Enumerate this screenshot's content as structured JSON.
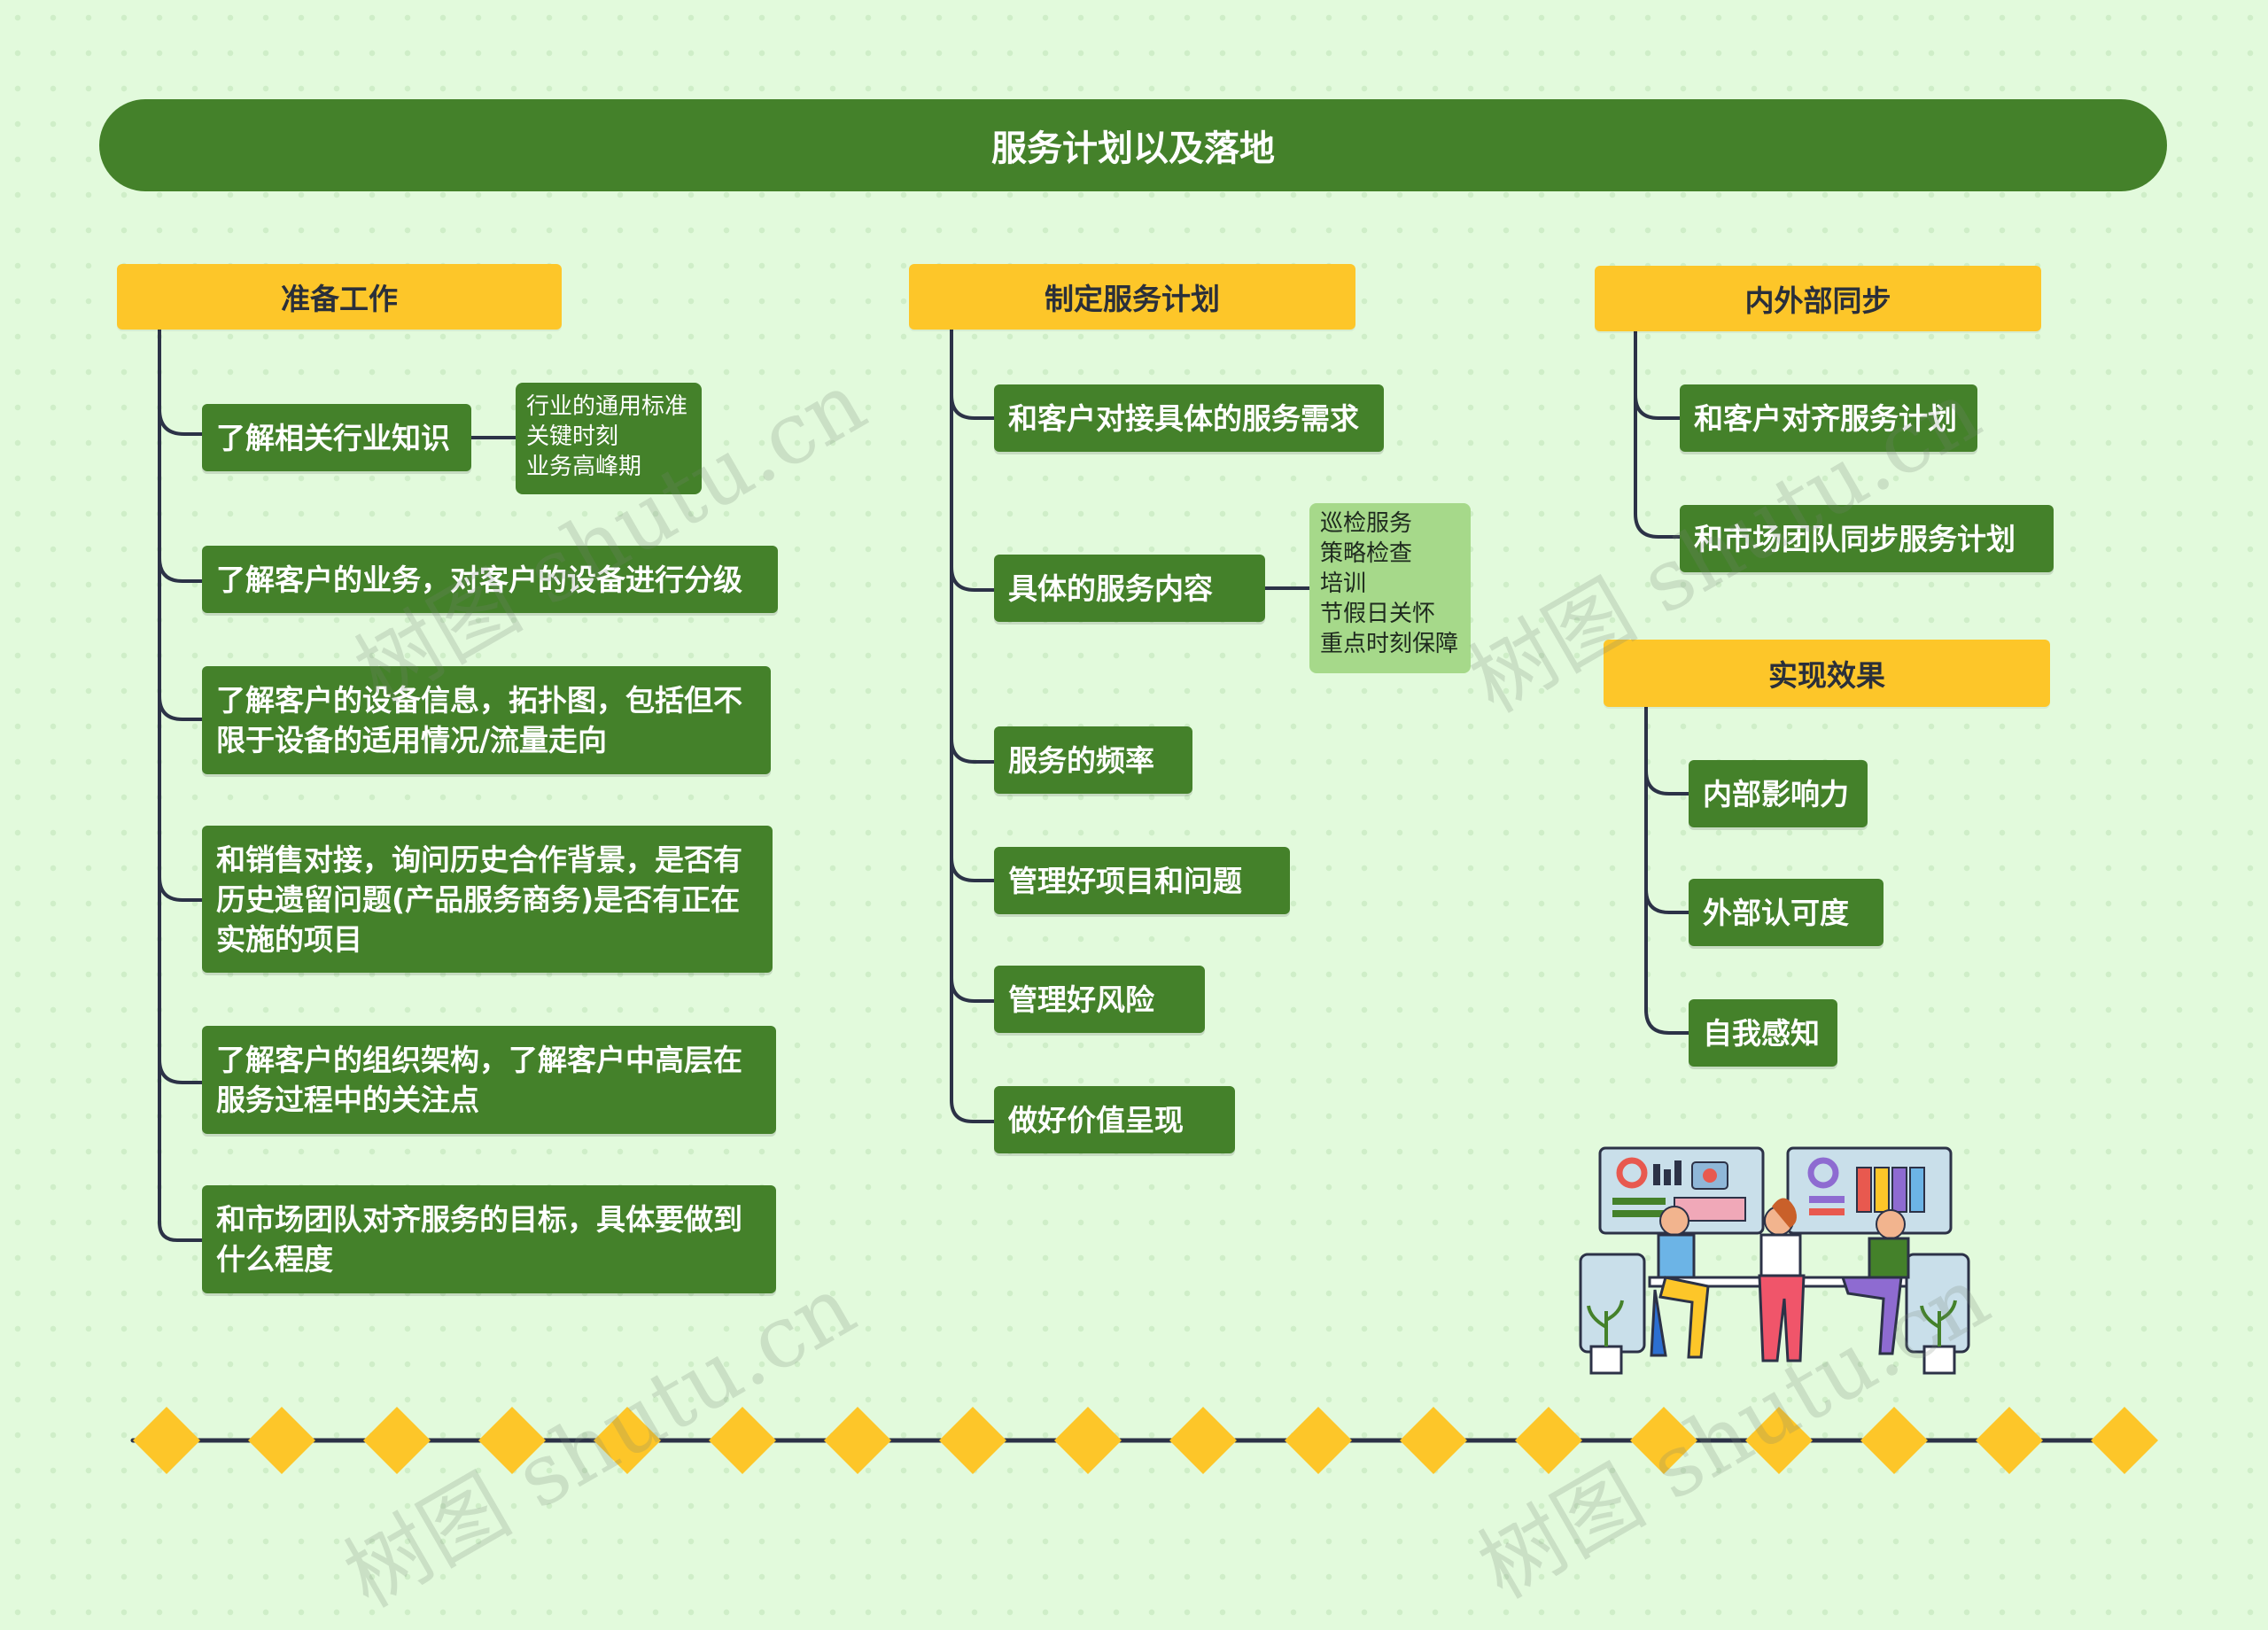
{
  "title": "服务计划以及落地",
  "columns": {
    "prepare": {
      "header": "准备工作",
      "items": [
        "了解相关行业知识",
        "了解客户的业务，对客户的设备进行分级",
        "了解客户的设备信息，拓扑图，包括但不\n限于设备的适用情况/流量走向",
        "和销售对接，询问历史合作背景，是否有\n历史遗留问题(产品服务商务)是否有正在\n实施的项目",
        "了解客户的组织架构，了解客户中高层在\n服务过程中的关注点",
        "和市场团队对齐服务的目标，具体要做到\n什么程度"
      ],
      "note": "行业的通用标准\n关键时刻\n业务高峰期"
    },
    "plan": {
      "header": "制定服务计划",
      "items": [
        "和客户对接具体的服务需求",
        "具体的服务内容",
        "服务的频率",
        "管理好项目和问题",
        "管理好风险",
        "做好价值呈现"
      ],
      "note": "巡检服务\n策略检查\n培训\n节假日关怀\n重点时刻保障"
    },
    "sync": {
      "header": "内外部同步",
      "items": [
        "和客户对齐服务计划",
        "和市场团队同步服务计划"
      ]
    },
    "effect": {
      "header": "实现效果",
      "items": [
        "内部影响力",
        "外部认可度",
        "自我感知"
      ]
    }
  },
  "watermark": "树图 shutu.cn",
  "colors": {
    "background": "#e2fadc",
    "green": "#44812a",
    "yellow": "#fdc629",
    "line": "#2c3247",
    "note_light_green": "#a6d98a"
  }
}
